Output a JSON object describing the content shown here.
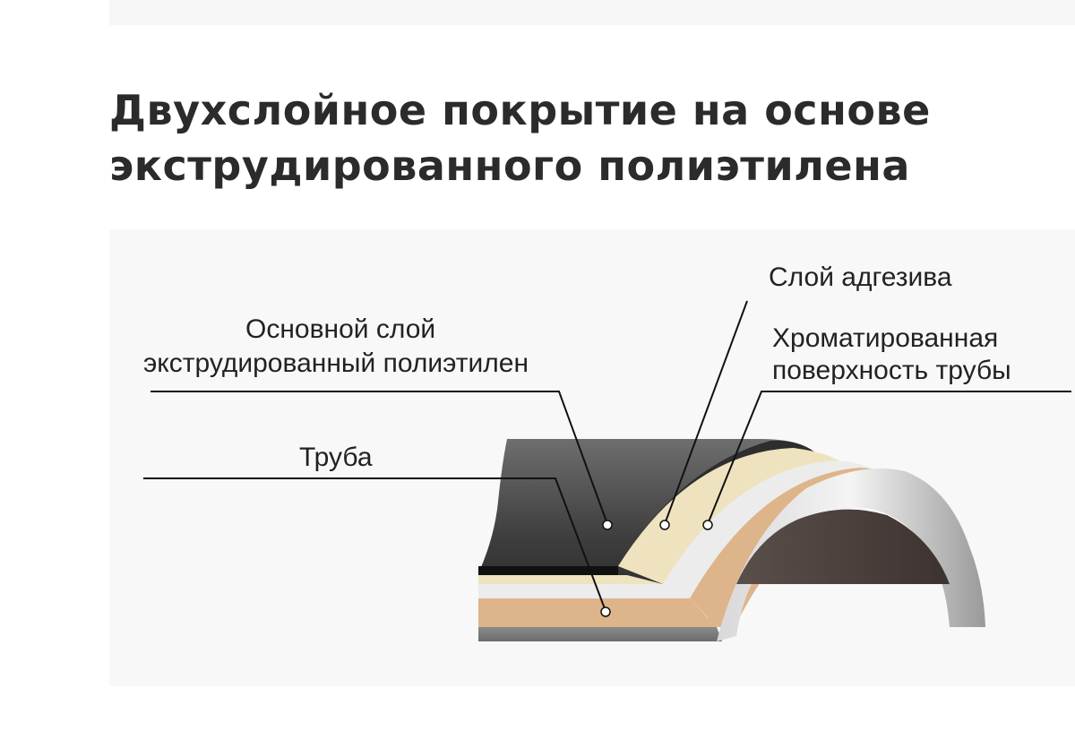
{
  "title": {
    "line1": "Двухслойное покрытие на основе",
    "line2": "экструдированного полиэтилена"
  },
  "labels": {
    "adhesive": "Слой адгезива",
    "base_line1": "Основной слой",
    "base_line2": "экструдированный полиэтилен",
    "chromed_line1": "Хроматированная",
    "chromed_line2": "поверхность трубы",
    "pipe": "Труба"
  },
  "colors": {
    "polyethylene": "#3a3a3a",
    "adhesive": "#efe3bf",
    "chromed": "#e8e8e8",
    "pipe_wall": "#deb48a",
    "pipe_inside": "#4a3f3a"
  }
}
